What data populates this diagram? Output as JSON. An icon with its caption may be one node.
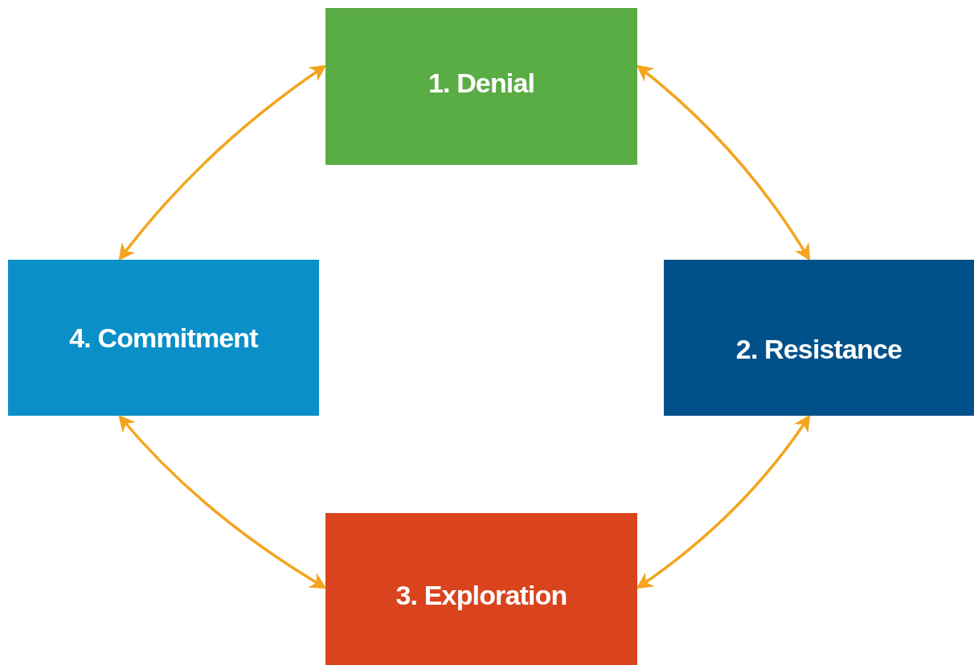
{
  "diagram": {
    "nodes": [
      {
        "text": [
          "1. Denial"
        ]
      },
      {
        "text": [
          "2. Resistance"
        ]
      },
      {
        "text": [
          "3. Exploration"
        ]
      },
      {
        "text": [
          "4. Commitment"
        ]
      }
    ],
    "edges": [
      {
        "from": 0,
        "to": 1,
        "arrow": "both"
      },
      {
        "from": 1,
        "to": 2,
        "arrow": "both"
      },
      {
        "from": 2,
        "to": 3,
        "arrow": "both"
      },
      {
        "from": 3,
        "to": 0,
        "arrow": "both"
      }
    ]
  }
}
